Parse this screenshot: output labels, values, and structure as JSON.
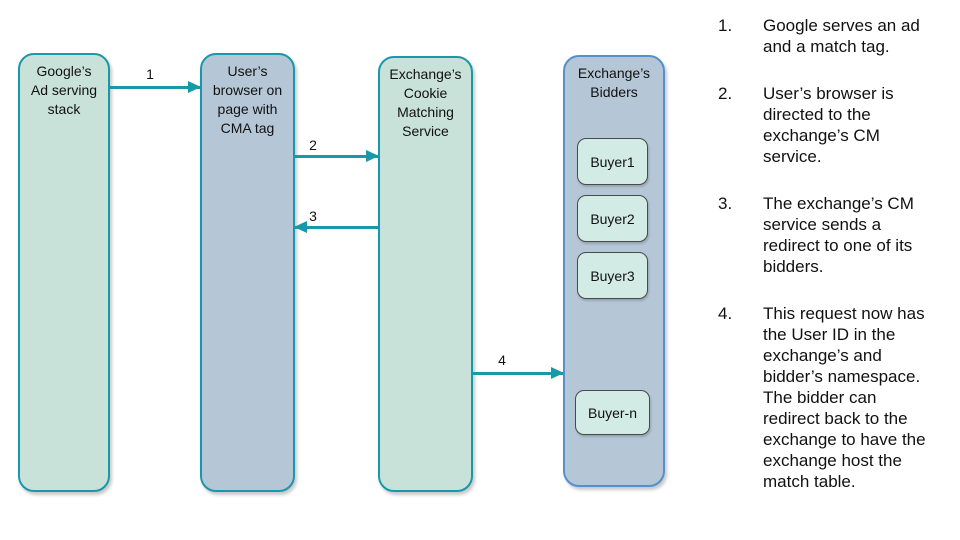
{
  "colors": {
    "accent_teal": "#1898a9",
    "green_fill": "#c8e1d9",
    "blue_fill": "#b5c7d7",
    "bidders_border": "#558fcd",
    "buyer_fill": "#d3ebe5",
    "buyer_border": "#4a4a4a"
  },
  "diagram": {
    "boxes": {
      "google_stack": {
        "label": "Google’s\nAd serving\nstack"
      },
      "user_browser": {
        "label": "User’s\nbrowser on\npage with\nCMA tag"
      },
      "cm_service": {
        "label": "Exchange’s\nCookie\nMatching\nService"
      },
      "bidders": {
        "label": "Exchange’s\nBidders",
        "buyers": [
          "Buyer1",
          "Buyer2",
          "Buyer3",
          "Buyer-n"
        ]
      }
    },
    "arrows": [
      {
        "label": "1",
        "from": "google_stack",
        "to": "user_browser"
      },
      {
        "label": "2",
        "from": "user_browser",
        "to": "cm_service"
      },
      {
        "label": "3",
        "from": "cm_service",
        "to": "user_browser"
      },
      {
        "label": "4",
        "from": "cm_service",
        "to": "bidders"
      }
    ]
  },
  "steps": [
    {
      "number": "1.",
      "text": "Google serves an ad\nand a match tag."
    },
    {
      "number": "2.",
      "text": "User’s browser is\ndirected to the\nexchange’s CM\nservice."
    },
    {
      "number": "3.",
      "text": "The exchange’s CM\nservice sends a\nredirect to one of its\nbidders."
    },
    {
      "number": "4.",
      "text": "This request now has\nthe User ID in the\nexchange’s and\nbidder’s namespace.\nThe bidder can\nredirect back to the\nexchange to have the\nexchange host the\nmatch table."
    }
  ]
}
